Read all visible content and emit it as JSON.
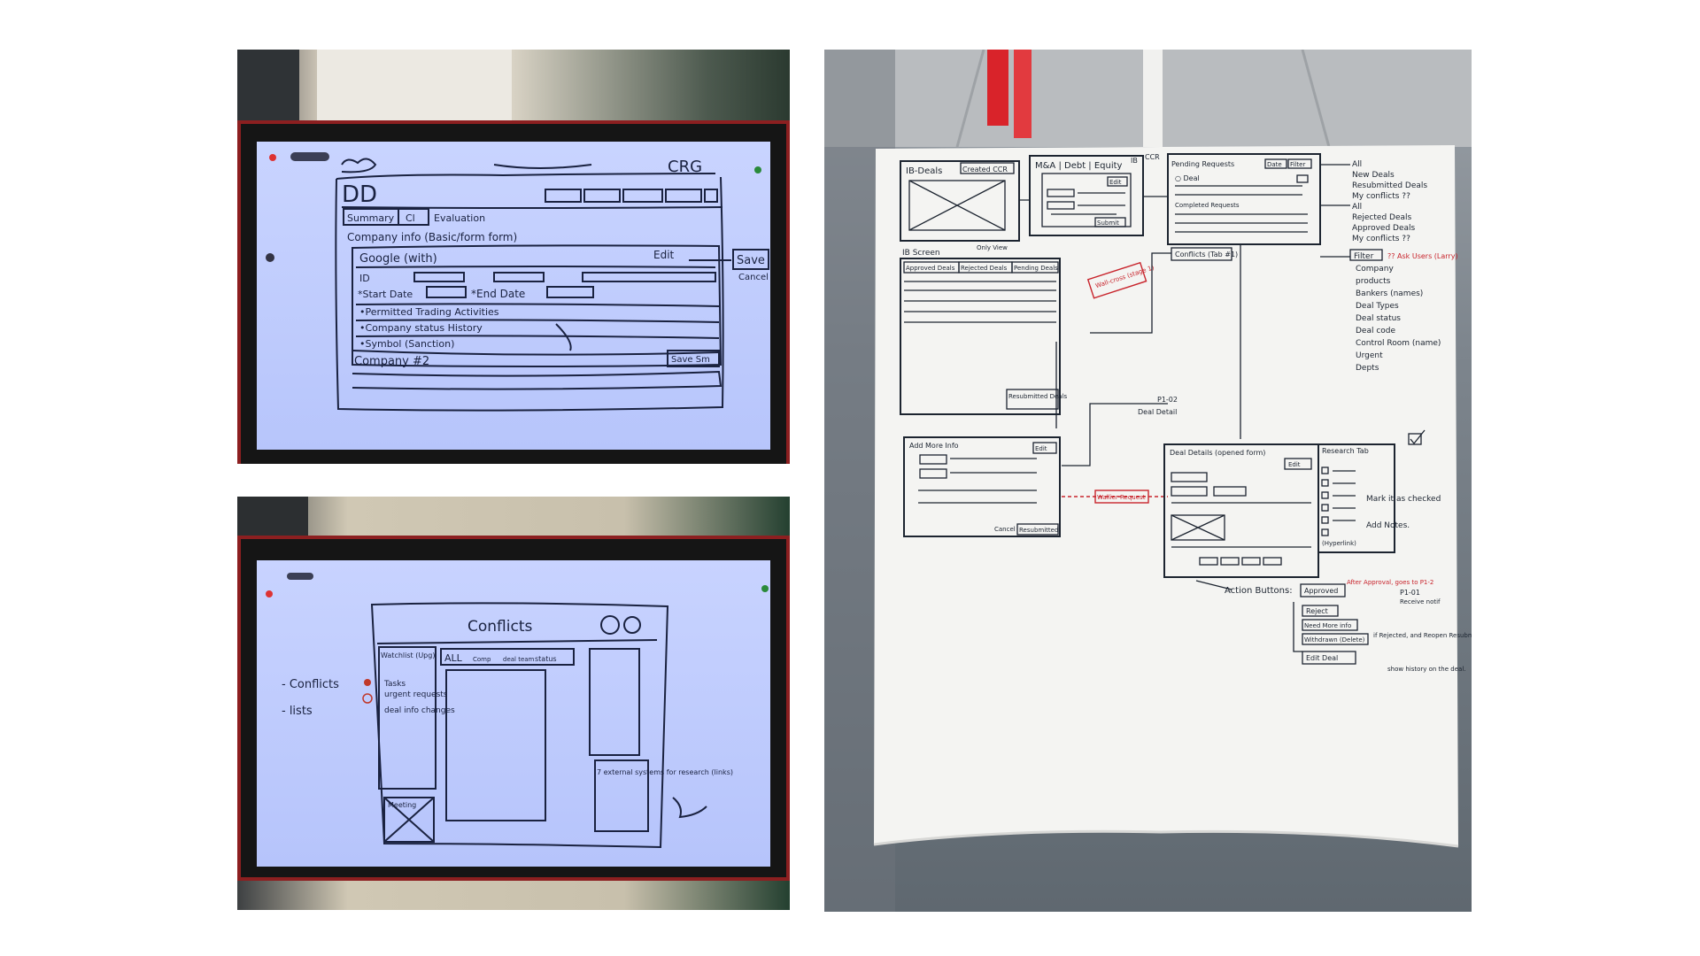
{
  "top_board": {
    "header_right": "CRG",
    "page_title": "DD",
    "tabs": [
      "Summary",
      "Cl",
      "Evaluation"
    ],
    "section": "Company info (Basic/form form)",
    "company_name": "Google (with)",
    "edit": "Edit",
    "save": "Save",
    "cancel": "Cancel",
    "id": "ID",
    "start_date": "*Start Date",
    "end_date": "*End Date",
    "row_permitted": "•Permitted Trading Activities",
    "row_history": "•Company status History",
    "row_symbol": "•Symbol (Sanction)",
    "company2": "Company #2",
    "save_small": "Save Sm"
  },
  "bottom_board": {
    "title": "Conflicts",
    "side_labels": [
      "- Conflicts",
      "- lists"
    ],
    "left_list_header": "Watchlist (Upg)",
    "left_list_items": [
      "Tasks",
      "urgent requests",
      "deal info changes"
    ],
    "filter_tabs": [
      "ALL",
      "Comp",
      "deal team",
      "status"
    ],
    "right_note": "7 external systems for research (links)",
    "left_bottom_label": "Meeting"
  },
  "paper": {
    "ib_deals": "IB-Deals",
    "created_ccr": "Created CCR",
    "mda_title": "M&A | Debt | Equity",
    "ib_tag": "IB",
    "ccr_tag": "CCR",
    "pending_requests": "Pending Requests",
    "date": "Date",
    "filter": "Filter",
    "deal": "○ Deal",
    "edit": "Edit",
    "submit": "Submit",
    "completed_requests": "Completed Requests",
    "conflicts_tab": "Conflicts (Tab #1)",
    "ib_screen": "IB Screen",
    "only_view": "Only View",
    "approved_deals": "Approved Deals",
    "rejected_deals": "Rejected Deals",
    "pending_deals": "Pending Deals",
    "resubmitted_deals": "Resubmitted Deals",
    "add_more_info": "Add More Info",
    "cancel": "Cancel",
    "resubmitted": "Resubmitted",
    "wall_cross_label": "Wall-cross (stage 1)",
    "wallier_request": "Wallier Request",
    "p1_02": "P1-02",
    "deal_detail": "Deal Detail",
    "deal_details_title": "Deal Details (opened form)",
    "research_tab": "Research Tab",
    "hyperlink": "(Hyperlink)",
    "mark_checked": "Mark it as checked",
    "add_notes": "Add Notes.",
    "action_buttons": "Action Buttons:",
    "approved": "Approved",
    "reject": "Reject",
    "need_more_info": "Need More info",
    "withdrawn": "Withdrawn (Delete)",
    "edit_deal": "Edit Deal",
    "after_approval": "After Approval, goes to P1-2",
    "p1_01": "P1-01",
    "receive_notif": "Receive notif",
    "if_rejected": "if Rejected, and Reopen Resubmit",
    "show_history": "show history on the deal.",
    "dropdown_pending": [
      "All",
      "New Deals",
      "Resubmitted Deals",
      "My conflicts ??"
    ],
    "dropdown_completed": [
      "All",
      "Rejected Deals",
      "Approved Deals",
      "My conflicts ??"
    ],
    "ask_users": "?? Ask Users (Larry)",
    "filter_list": [
      "Company",
      "products",
      "Bankers (names)",
      "Deal Types",
      "Deal status",
      "Deal code",
      "Control Room (name)",
      "Urgent",
      "Depts"
    ],
    "filter_label": "Filter"
  }
}
